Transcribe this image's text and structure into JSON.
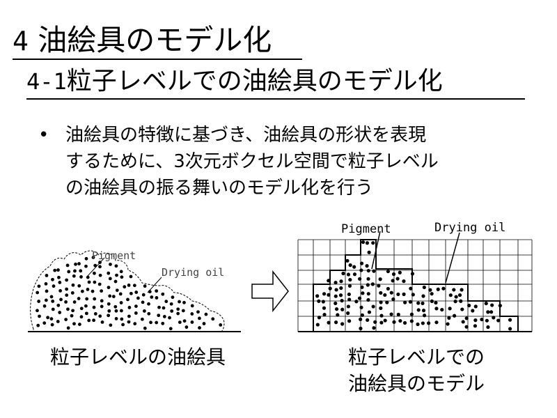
{
  "slide": {
    "title_num": "4",
    "title": "油絵具のモデル化",
    "subtitle_num": "4-1",
    "subtitle": "粒子レベルでの油絵具のモデル化",
    "bullet_symbol": "•",
    "bullet_lines": [
      "油絵具の特徴に基づき、油絵具の形状を表現",
      "するために、3次元ボクセル空間で粒子レベル",
      "の油絵具の振る舞いのモデル化を行う"
    ]
  },
  "left_figure": {
    "label_pigment": "Pigment",
    "label_drying_oil": "Drying oil",
    "caption": "粒子レベルの油絵具"
  },
  "arrow_icon": "right-arrow-icon",
  "right_figure": {
    "label_pigment": "Pigment",
    "label_drying_oil": "Drying oil",
    "caption_lines": [
      "粒子レベルでの",
      "油絵具のモデル"
    ]
  }
}
